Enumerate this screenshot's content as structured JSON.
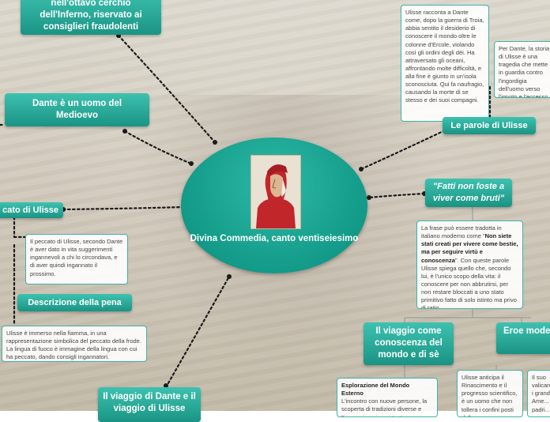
{
  "central": {
    "title": "Divina Commedia, canto ventiseiesimo"
  },
  "topics": {
    "inferno": "nell'ottavo cerchio dell'Inferno, riservato ai consiglieri fraudolenti",
    "medioevo": "Dante è un uomo del Medioevo",
    "peccato": "cato di Ulisse",
    "pena": "Descrizione della pena",
    "viaggio_dante": "Il viaggio di Dante e il viaggio di Ulisse",
    "parole": "Le parole di Ulisse",
    "fatti": "\"Fatti non foste a viver come bruti\"",
    "conoscenza": "Il viaggio come conoscenza del mondo e di sè",
    "eroe": "Eroe moderno"
  },
  "notes": {
    "ulisse_racconta": "Ulisse racconta a Dante come, dopo la guerra di Troia, abbia sentito il desiderio di conoscere il mondo oltre le colonne d'Ercole, violando così gli ordini degli dèi. Ha attraversato gli oceani, affrontando molte difficoltà, e alla fine è giunto in un'isola sconosciuta. Qui fa naufragio, causando la morte di se stesso e dei suoi compagni.",
    "per_dante": "Per Dante, la storia di Ulisse è una tragedia che mette in guardia contro l'ingordigia dell'uomo verso l'ignoto e l'eccesso di ambizione che può portare alla perdizione eterna.",
    "peccato": "Il peccato di Ulisse, secondo Dante è aver dato in vita suggerimenti ingannevoli a chi lo circondava, e di aver quindi ingannato il prossimo.",
    "pena": "Ulisse è immerso nella fiamma, in una rappresentazione simbolica del peccato della frode. La lingua di fuoco è immagine della lingua con cui ha peccato, dando consigli ingannatori.",
    "frase_a": "La frase può essere tradotta in italiano moderno come \"",
    "frase_bold": "Non siete stati creati per vivere come bestie, ma per seguire virtù e conoscenza",
    "frase_b": "\". Con queste parole Ulisse spiega quello che, secondo lui, è l'unico scopo della vita: il conoscere per non abbrutirsi, per non restare bloccati a uno stato primitivo fatto di solo istinto ma privo di ratio.",
    "esplorazione_title": "Esplorazione del Mondo Esterno",
    "esplorazione": "L'incontro con nuove persone, la scoperta di tradizioni diverse e l'immersione in contesti",
    "rinascimento": "Ulisse anticipa il Rinascimento e il progresso scientifico, è un uomo che non tollera i confini posti dalla",
    "eroe_right": "Il suo valicare i grandi Ame... padri..."
  }
}
